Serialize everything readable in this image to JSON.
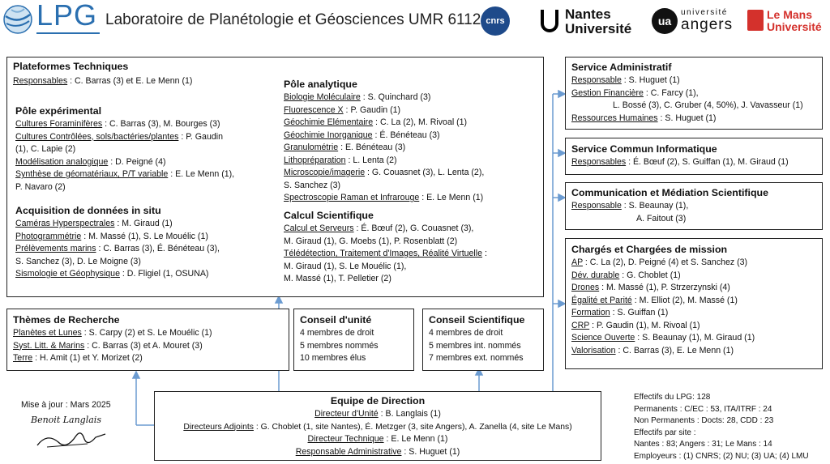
{
  "header": {
    "logo_text": "LPG",
    "title": "Laboratoire de Planétologie et Géosciences UMR 6112",
    "partners": [
      "cnrs",
      "Nantes",
      "Université",
      "université",
      "angers",
      "Le Mans",
      "Université"
    ]
  },
  "plateformes": {
    "title": "Plateformes Techniques",
    "resp_label": "Responsables",
    "resp_value": " : C. Barras (3) et E. Le Menn (1)",
    "experimental": {
      "title": "Pôle expérimental",
      "items": [
        {
          "label": "Cultures Foraminifères",
          "value": " : C. Barras (3), M. Bourges (3)"
        },
        {
          "label": "Cultures Contrôlées, sols/bactéries/plantes",
          "value": " : P. Gaudin"
        },
        {
          "label": "",
          "value": "(1), C. Lapie (2)"
        },
        {
          "label": "Modélisation analogique",
          "value": " : D. Peigné (4)"
        },
        {
          "label": "Synthèse de géomatériaux, P/T variable",
          "value": " : E. Le Menn (1),"
        },
        {
          "label": "",
          "value": "P. Navaro (2)"
        }
      ]
    },
    "acquisition": {
      "title": "Acquisition de données in situ",
      "items": [
        {
          "label": "Caméras Hyperspectrales",
          "value": " : M. Giraud (1)"
        },
        {
          "label": "Photogrammétrie",
          "value": " : M. Massé (1), S. Le Mouélic (1)"
        },
        {
          "label": "Prélèvements marins",
          "value": " : C. Barras (3), É. Bénéteau (3),"
        },
        {
          "label": "",
          "value": "S. Sanchez (3), D. Le Moigne (3)"
        },
        {
          "label": "Sismologie et Géophysique",
          "value": " : D. Fligiel (1, OSUNA)"
        }
      ]
    },
    "analytique": {
      "title": "Pôle analytique",
      "items": [
        {
          "label": "Biologie Moléculaire",
          "value": " : S. Quinchard (3)"
        },
        {
          "label": "Fluorescence X",
          "value": " : P. Gaudin (1)"
        },
        {
          "label": "Géochimie Elémentaire",
          "value": " : C. La (2), M. Rivoal (1)"
        },
        {
          "label": "Géochimie Inorganique",
          "value": " : É. Bénéteau (3)"
        },
        {
          "label": "Granulométrie",
          "value": " : E. Bénéteau (3)"
        },
        {
          "label": "Lithopréparation",
          "value": " : L. Lenta (2)"
        },
        {
          "label": "Microscopie/imagerie",
          "value": " : G. Couasnet (3), L. Lenta (2),"
        },
        {
          "label": "",
          "value": "S. Sanchez (3)"
        },
        {
          "label": "Spectroscopie Raman et Infrarouge",
          "value": " : E. Le Menn (1)"
        }
      ]
    },
    "calcul": {
      "title": "Calcul Scientifique",
      "items": [
        {
          "label": "Calcul et Serveurs",
          "value": " : É. Bœuf (2), G. Couasnet (3),"
        },
        {
          "label": "",
          "value": "M. Giraud (1), G. Moebs (1), P. Rosenblatt (2)"
        },
        {
          "label": "Télédétection, Traitement d'Images, Réalité Virtuelle",
          "value": " :"
        },
        {
          "label": "",
          "value": "M. Giraud (1), S. Le Mouélic (1),"
        },
        {
          "label": "",
          "value": "M. Massé (1), T. Pelletier (2)"
        }
      ]
    }
  },
  "themes": {
    "title": "Thèmes de Recherche",
    "items": [
      {
        "label": "Planètes et Lunes",
        "value": " : S. Carpy (2) et S. Le Mouélic (1)"
      },
      {
        "label": "Syst. Litt. & Marins",
        "value": " : C. Barras (3) et A. Mouret (3)"
      },
      {
        "label": "Terre",
        "value": " : H. Amit (1) et Y. Morizet (2)"
      }
    ]
  },
  "conseil_unite": {
    "title": "Conseil d'unité",
    "lines": [
      "4 membres de droit",
      "5 membres nommés",
      "10 membres élus"
    ]
  },
  "conseil_scientifique": {
    "title": "Conseil Scientifique",
    "lines": [
      "4 membres de droit",
      "5 membres int. nommés",
      "7 membres ext. nommés"
    ]
  },
  "service_admin": {
    "title": "Service Administratif",
    "items": [
      {
        "label": "Responsable",
        "value": " : S. Huguet (1)"
      },
      {
        "label": "Gestion Financière",
        "value": " : C. Farcy (1),"
      },
      {
        "label": "",
        "value": "L. Bossé (3), C. Gruber (4, 50%), J. Vavasseur (1)"
      },
      {
        "label": "Ressources Humaines",
        "value": " : S. Huguet (1)"
      }
    ]
  },
  "service_info": {
    "title": "Service Commun Informatique",
    "items": [
      {
        "label": "Responsables",
        "value": " : É. Bœuf (2), S. Guiffan (1), M. Giraud (1)"
      }
    ]
  },
  "communication": {
    "title": "Communication et Médiation Scientifique",
    "items": [
      {
        "label": "Responsable",
        "value": " : S. Beaunay (1),"
      },
      {
        "label": "",
        "value": "A. Faitout (3)"
      }
    ]
  },
  "charges": {
    "title": "Chargés et Chargées de mission",
    "items": [
      {
        "label": "AP",
        "value": " : C. La (2), D. Peigné (4) et S. Sanchez (3)"
      },
      {
        "label": "Dév. durable",
        "value": " : G. Choblet (1)"
      },
      {
        "label": "Drones",
        "value": " : M. Massé (1), P. Strzerzynski (4)"
      },
      {
        "label": "Égalité et Parité",
        "value": " : M. Elliot (2), M. Massé (1)"
      },
      {
        "label": "Formation",
        "value": " : S. Guiffan (1)"
      },
      {
        "label": "CRP",
        "value": " : P. Gaudin (1), M. Rivoal (1)"
      },
      {
        "label": "Science Ouverte",
        "value": " : S. Beaunay (1), M. Giraud (1)"
      },
      {
        "label": "Valorisation",
        "value": " : C. Barras (3), E. Le Menn (1)"
      }
    ]
  },
  "direction": {
    "title": "Equipe de Direction",
    "items": [
      {
        "label": "Directeur d'Unité",
        "value": " : B. Langlais (1)"
      },
      {
        "label": "Directeurs Adjoints",
        "value": " : G. Choblet (1, site Nantes), É. Metzger (3, site Angers), A. Zanella (4, site Le Mans)"
      },
      {
        "label": "Directeur Technique",
        "value": " : E. Le Menn (1)"
      },
      {
        "label": "Responsable Administrative",
        "value": " : S. Huguet (1)"
      }
    ]
  },
  "update": {
    "text": "Mise à jour : Mars 2025",
    "signature": "Benoit Langlais"
  },
  "effectifs": {
    "lines": [
      "Effectifs du LPG:  128",
      "Permanents : C/EC : 53,  ITA/ITRF : 24",
      "Non Permanents : Docts: 28, CDD : 23",
      "Effectifs par site :",
      "Nantes : 83; Angers : 31; Le Mans : 14",
      "Employeurs : (1) CNRS; (2) NU; (3) UA; (4) LMU"
    ]
  },
  "colors": {
    "connector": "#6b9bd1",
    "border": "#222222",
    "logo_blue": "#2a6fb0"
  }
}
